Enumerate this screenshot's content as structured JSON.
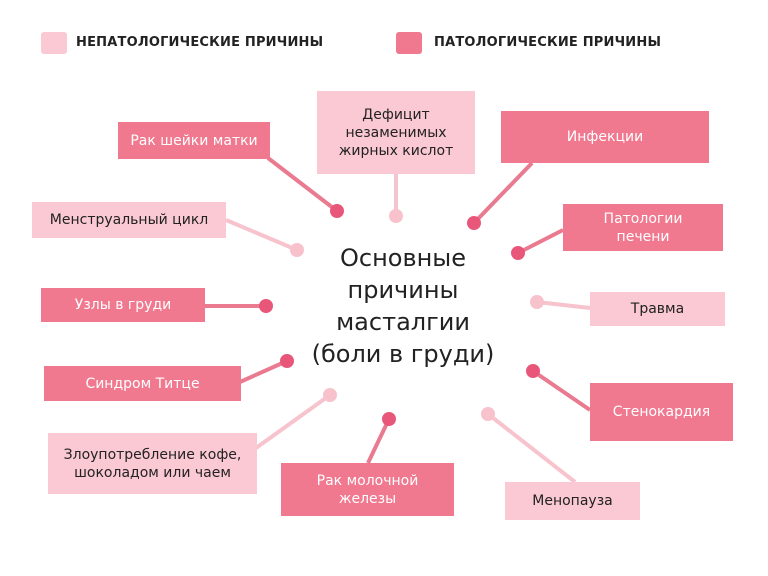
{
  "legend": {
    "non_pathological": {
      "label": "НЕПАТОЛОГИЧЕСКИЕ ПРИЧИНЫ",
      "color": "#fbc9d3"
    },
    "pathological": {
      "label": "ПАТОЛОГИЧЕСКИЕ ПРИЧИНЫ",
      "color": "#f0788f"
    }
  },
  "center": {
    "line1": "Основные",
    "line2": "причины",
    "line3": "масталгии",
    "line4": "(боли в груди)"
  },
  "causes": {
    "cervical_cancer": "Рак шейки матки",
    "fatty_acids_1": "Дефицит",
    "fatty_acids_2": "незаменимых",
    "fatty_acids_3": "жирных кислот",
    "infections": "Инфекции",
    "menstrual_cycle": "Менструальный цикл",
    "liver_1": "Патологии",
    "liver_2": "печени",
    "nodes": "Узлы в груди",
    "trauma": "Травма",
    "tietze": "Синдром Титце",
    "angina": "Стенокардия",
    "coffee_1": "Злоупотребление кофе,",
    "coffee_2": "шоколадом или чаем",
    "breast_cancer_1": "Рак молочной",
    "breast_cancer_2": "железы",
    "menopause": "Менопауза"
  },
  "colors": {
    "light_box": "#fbc9d3",
    "dark_box": "#f0788f",
    "light_line": "#f7c3cd",
    "dark_line": "#e97a90",
    "dark_dot": "#e8577a",
    "light_dot": "#f8c2cc"
  }
}
